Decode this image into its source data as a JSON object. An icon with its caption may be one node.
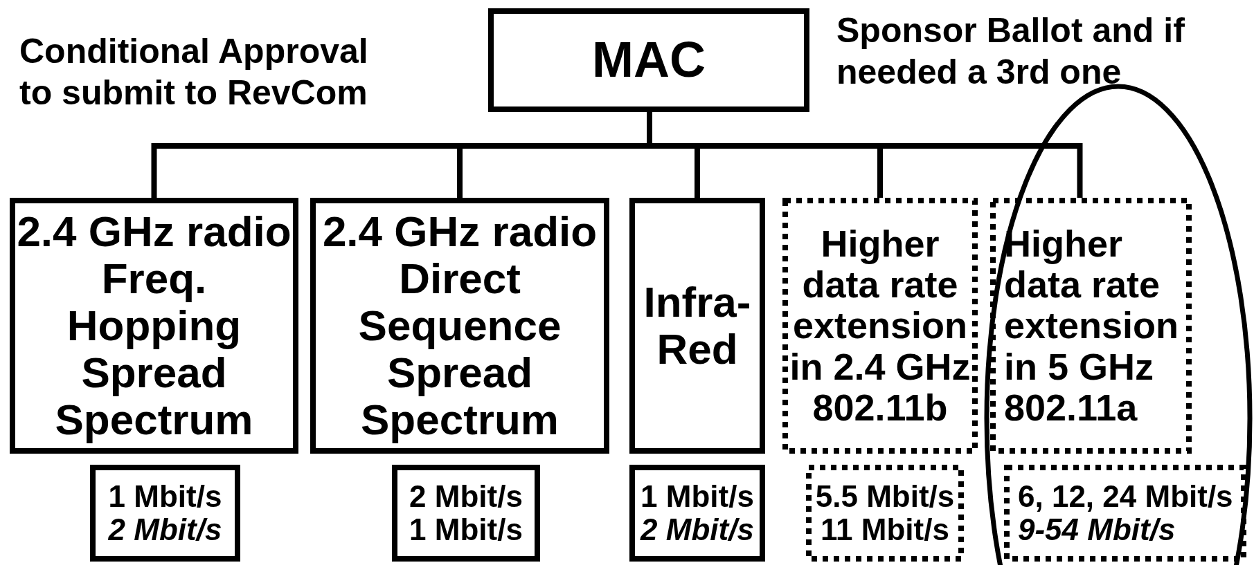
{
  "diagram": {
    "nodes": [
      {
        "text": [
          "MAC"
        ]
      },
      {
        "text": [
          "2.4 GHz radio Freq. Hopping Spread Spectrum"
        ]
      },
      {
        "text": [
          "2.4 GHz radio Direct Sequence Spread Spectrum"
        ]
      },
      {
        "text": [
          "Infra- Red"
        ]
      },
      {
        "text": [
          "Higher data rate extension in 2.4 GHz 802.11b"
        ]
      },
      {
        "text": [
          "Higher data rate extension in 5 GHz 802.11a"
        ]
      },
      {
        "text": [
          "1 Mbit/s",
          "2 Mbit/s"
        ]
      },
      {
        "text": [
          "2 Mbit/s",
          "1 Mbit/s"
        ]
      },
      {
        "text": [
          "1 Mbit/s",
          "2 Mbit/s"
        ]
      },
      {
        "text": [
          "5.5 Mbit/s",
          "11 Mbit/s"
        ]
      },
      {
        "text": [
          "6, 12, 24 Mbit/s",
          "9-54 Mbit/s"
        ]
      }
    ],
    "edges": [
      {
        "from": 0,
        "to": 1,
        "arrow": "none"
      },
      {
        "from": 0,
        "to": 2,
        "arrow": "none"
      },
      {
        "from": 0,
        "to": 3,
        "arrow": "none"
      },
      {
        "from": 0,
        "to": 4,
        "arrow": "none"
      },
      {
        "from": 0,
        "to": 5,
        "arrow": "none"
      }
    ],
    "labels": [
      "Conditional Approval to submit to RevCom",
      "Sponsor Ballot and if needed a 3rd one"
    ]
  }
}
